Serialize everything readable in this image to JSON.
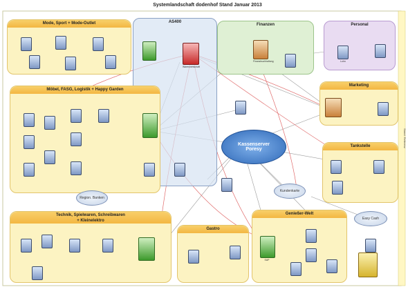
{
  "title": "Systemlandschaft dodenhof Stand Januar 2013",
  "colors": {
    "yellow_box": "#fcf3c2",
    "yellow_header": "#f3b742",
    "green_box": "#dff0d4",
    "blue_box": "#dbe5f1",
    "purple_box": "#e9dcf2",
    "core_circle": "#3a78c7",
    "line_red": "#e06a6a",
    "line_grey": "#9a9a9a"
  },
  "groups": {
    "mode": "Mode, Sport + Mode-Outlet",
    "as400": "AS400",
    "finanzen": "Finanzen",
    "personal": "Personal",
    "moebel": "Möbel, FASG, Logistik + Happy Garden",
    "marketing": "Marketing",
    "tankstelle": "Tankstelle",
    "technik_line1": "Technik, Spielwaren, Schreibwaren",
    "technik_line2": "+ Kleinelektro",
    "gastro": "Gastro",
    "genieser": "Genießer-Welt"
  },
  "core": {
    "line1": "Kassenserver",
    "line2": "Poresy"
  },
  "nodes": {
    "warenwirtschaft_as400": "Warenwirtschaft",
    "finanzbuchhaltung": "Finanzbuchhaltung",
    "lohn": "Lohn",
    "sap_genuss": "SAP",
    "easy_cash": "Easy Cash",
    "regional_bank": "Region. Banken",
    "kundenkarte": "Kundenkarte"
  },
  "side_label": "Stand: Referenz"
}
